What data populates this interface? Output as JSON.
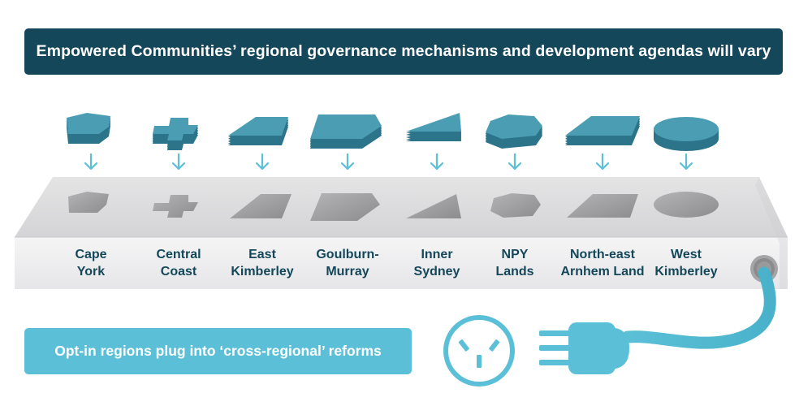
{
  "banner": {
    "text": "Empowered Communities’ regional governance mechanisms and development agendas will vary"
  },
  "regions": [
    {
      "line1": "Cape",
      "line2": "York"
    },
    {
      "line1": "Central",
      "line2": "Coast"
    },
    {
      "line1": "East",
      "line2": "Kimberley"
    },
    {
      "line1": "Goulburn-",
      "line2": "Murray"
    },
    {
      "line1": "Inner",
      "line2": "Sydney"
    },
    {
      "line1": "NPY",
      "line2": "Lands"
    },
    {
      "line1": "North-east",
      "line2": "Arnhem Land"
    },
    {
      "line1": "West",
      "line2": "Kimberley"
    }
  ],
  "optin": {
    "text": "Opt-in regions plug into ‘cross-regional’ reforms"
  },
  "colors": {
    "banner_bg": "#14475a",
    "label_text": "#14475a",
    "optin_bg": "#5bc0d7",
    "shape_top": "#4a9db2",
    "shape_side": "#2c7489",
    "arrow": "#5bc0d7",
    "cable": "#5bc0d7"
  }
}
